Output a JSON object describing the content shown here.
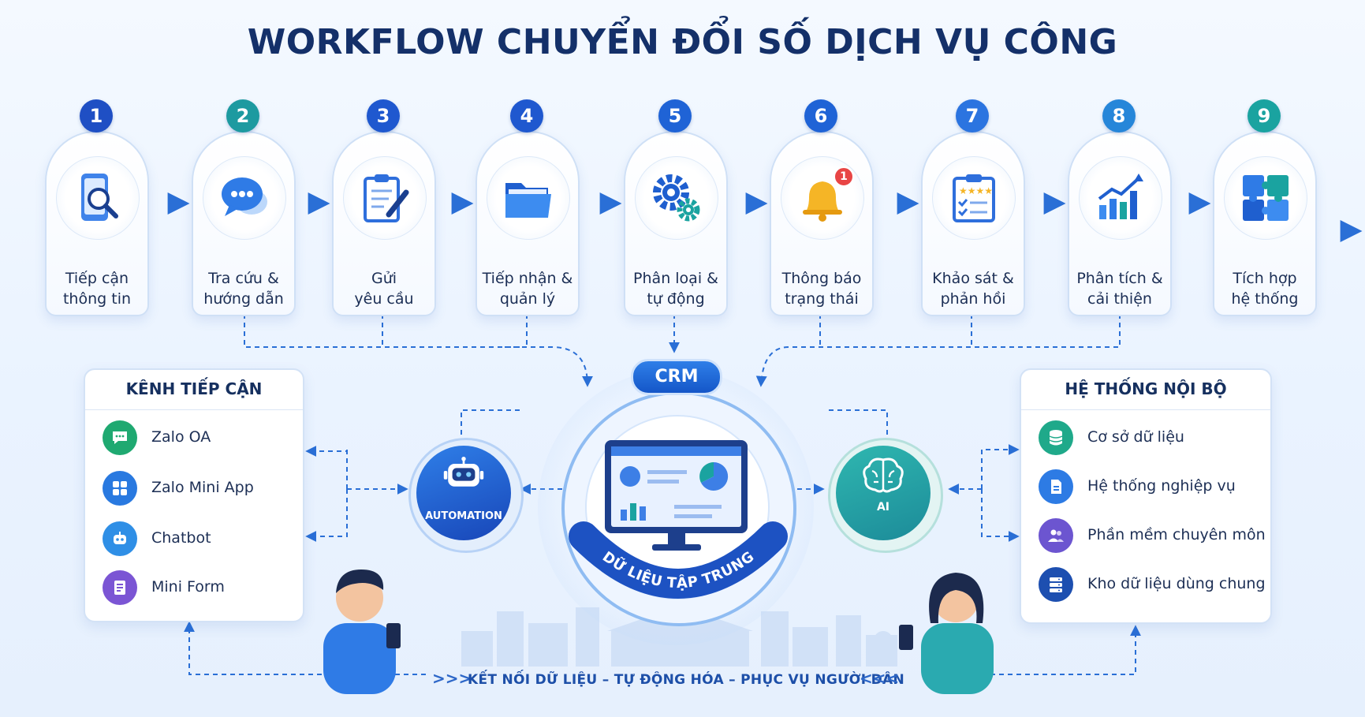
{
  "title": "WORKFLOW CHUYỂN ĐỔI SỐ DỊCH VỤ CÔNG",
  "steps": [
    {
      "num": "1",
      "line1": "Tiếp cận",
      "line2": "thông tin",
      "icon": "phone-search-icon"
    },
    {
      "num": "2",
      "line1": "Tra cứu &",
      "line2": "hướng dẫn",
      "icon": "chat-bubble-icon"
    },
    {
      "num": "3",
      "line1": "Gửi",
      "line2": "yêu cầu",
      "icon": "clipboard-pen-icon"
    },
    {
      "num": "4",
      "line1": "Tiếp nhận &",
      "line2": "quản lý",
      "icon": "folder-icon"
    },
    {
      "num": "5",
      "line1": "Phân loại &",
      "line2": "tự động",
      "icon": "gears-icon"
    },
    {
      "num": "6",
      "line1": "Thông báo",
      "line2": "trạng thái",
      "icon": "bell-icon"
    },
    {
      "num": "7",
      "line1": "Khảo sát &",
      "line2": "phản hồi",
      "icon": "survey-clipboard-icon"
    },
    {
      "num": "8",
      "line1": "Phân tích &",
      "line2": "cải thiện",
      "icon": "bar-chart-icon"
    },
    {
      "num": "9",
      "line1": "Tích hợp",
      "line2": "hệ thống",
      "icon": "puzzle-icon"
    }
  ],
  "bell_badge": "1",
  "left_panel": {
    "title": "KÊNH TIẾP CẬN",
    "items": [
      {
        "label": "Zalo OA",
        "icon": "chat-icon",
        "color": "#1fa971"
      },
      {
        "label": "Zalo Mini App",
        "icon": "app-grid-icon",
        "color": "#2979e0"
      },
      {
        "label": "Chatbot",
        "icon": "robot-icon",
        "color": "#2f8fe6"
      },
      {
        "label": "Mini Form",
        "icon": "form-icon",
        "color": "#7b55d4"
      }
    ]
  },
  "right_panel": {
    "title": "HỆ THỐNG NỘI BỘ",
    "items": [
      {
        "label": "Cơ sở dữ liệu",
        "icon": "database-icon",
        "color": "#1fa98a"
      },
      {
        "label": "Hệ thống nghiệp vụ",
        "icon": "document-icon",
        "color": "#2d7be4"
      },
      {
        "label": "Phần mềm chuyên môn",
        "icon": "users-icon",
        "color": "#6c55d0"
      },
      {
        "label": "Kho dữ liệu dùng chung",
        "icon": "server-icon",
        "color": "#1d4fb0"
      }
    ]
  },
  "crm_label": "CRM",
  "center_ribbon": "DỮ LIỆU TẬP TRUNG",
  "automation_label": "AUTOMATION",
  "ai_label": "AI",
  "footer_text": "KẾT NỐI DỮ LIỆU – TỰ ĐỘNG HÓA – PHỤC VỤ NGƯỜI DÂN",
  "footer_chev_left": ">>>",
  "footer_chev_right": "<<<",
  "colors": {
    "title": "#143069",
    "accent_blue": "#1f63d6",
    "accent_teal": "#1aa3a0",
    "panel_border": "#d3e2f6"
  }
}
